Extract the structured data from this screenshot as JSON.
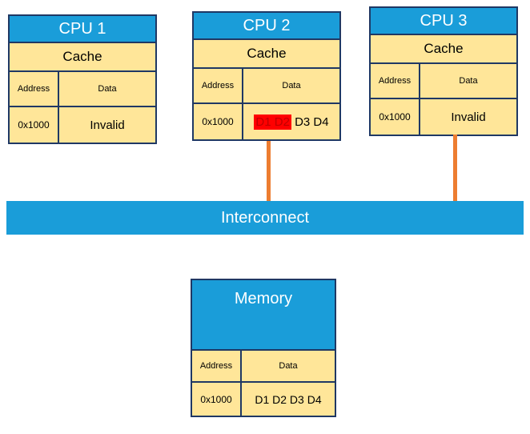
{
  "colors": {
    "header_blue": "#1A9DD9",
    "cell_tan": "#FFE699",
    "border_navy": "#1F3864",
    "connector_orange": "#ED7D31",
    "highlight_red": "#FF0000",
    "highlight_red_text": "#C00000"
  },
  "cpus": [
    {
      "title": "CPU 1",
      "cache_label": "Cache",
      "columns": [
        "Address",
        "Data"
      ],
      "row": {
        "address": "0x1000",
        "data": "Invalid"
      }
    },
    {
      "title": "CPU 2",
      "cache_label": "Cache",
      "columns": [
        "Address",
        "Data"
      ],
      "row": {
        "address": "0x1000",
        "data_highlight": "D1 D2",
        "data_rest": " D3 D4"
      }
    },
    {
      "title": "CPU 3",
      "cache_label": "Cache",
      "columns": [
        "Address",
        "Data"
      ],
      "row": {
        "address": "0x1000",
        "data": "Invalid"
      }
    }
  ],
  "interconnect": {
    "label": "Interconnect"
  },
  "memory": {
    "title": "Memory",
    "columns": [
      "Address",
      "Data"
    ],
    "row": {
      "address": "0x1000",
      "data": "D1 D2 D3 D4"
    }
  }
}
